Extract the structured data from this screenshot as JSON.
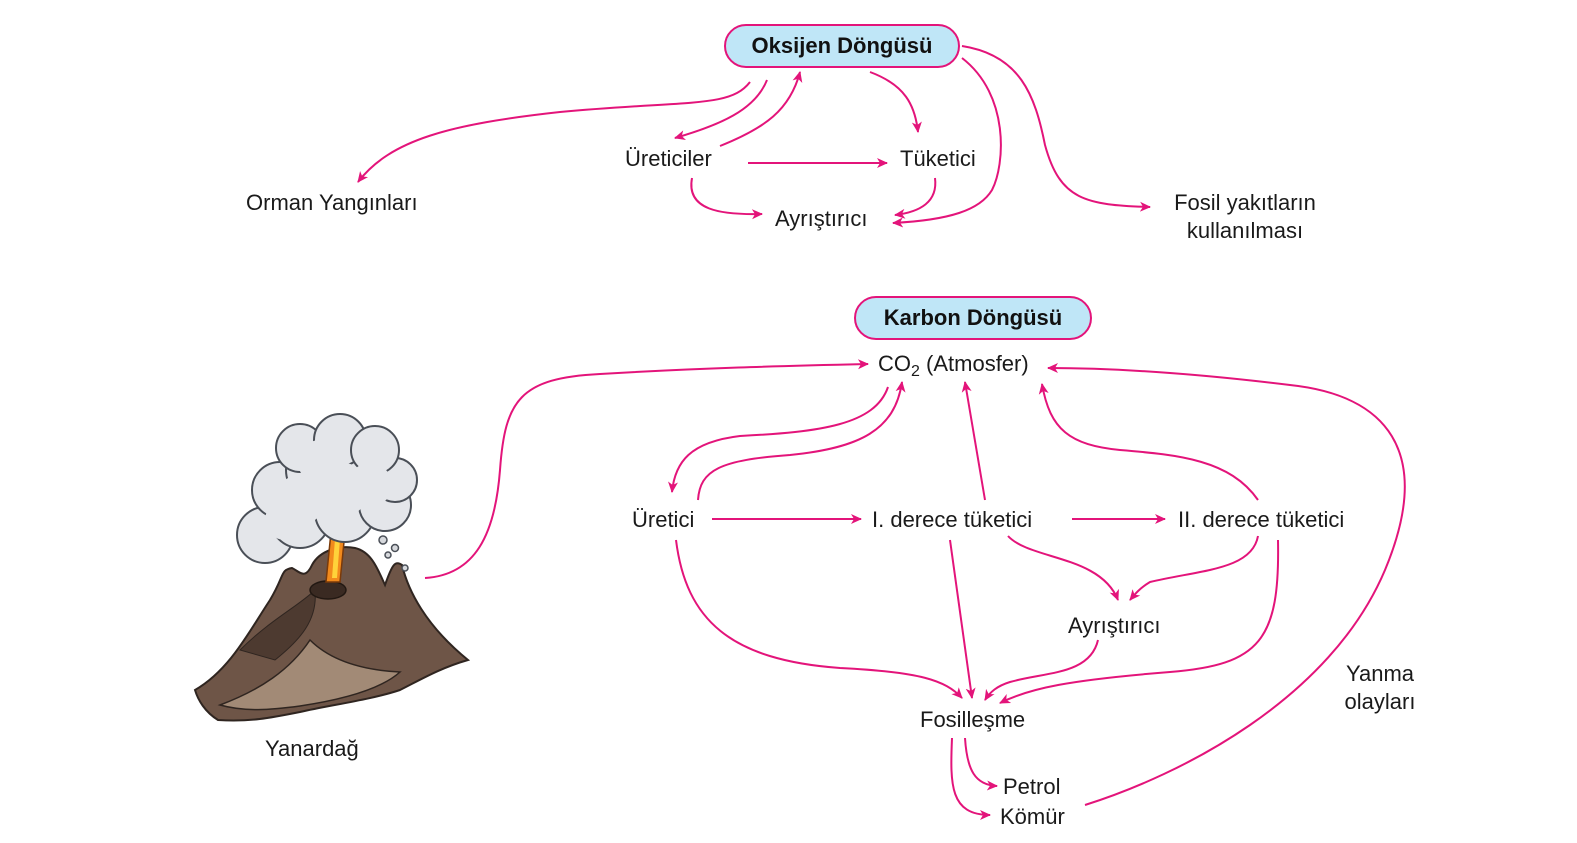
{
  "oxygen_cycle": {
    "title": "Oksijen Döngüsü",
    "forest_fires": "Orman Yangınları",
    "producers": "Üreticiler",
    "consumer": "Tüketici",
    "decomposer": "Ayrıştırıcı",
    "fossil_fuel_line1": "Fosil yakıtların",
    "fossil_fuel_line2": "kullanılması"
  },
  "carbon_cycle": {
    "title": "Karbon Döngüsü",
    "co2_main": "CO",
    "co2_sub": "2",
    "co2_suffix": " (Atmosfer)",
    "producer": "Üretici",
    "primary_consumer": "I. derece tüketici",
    "secondary_consumer": "II. derece tüketici",
    "decomposer": "Ayrıştırıcı",
    "fossilization": "Fosilleşme",
    "petroleum": "Petrol",
    "coal": "Kömür",
    "combustion_line1": "Yanma",
    "combustion_line2": "olayları",
    "volcano": "Yanardağ"
  },
  "colors": {
    "arrow": "#e3147a",
    "pill_fill": "#bfe6f7"
  }
}
